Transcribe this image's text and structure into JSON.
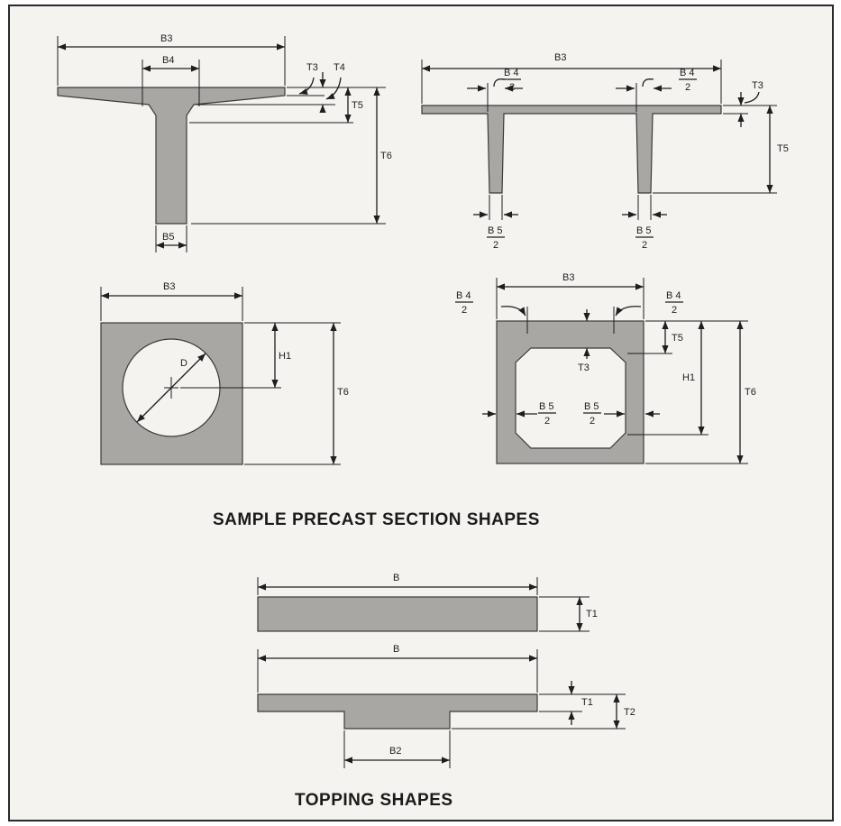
{
  "colors": {
    "fill": "#a9a7a4",
    "background": "#f4f3f0",
    "ink": "#1e1e1e"
  },
  "headings": {
    "precast": "SAMPLE PRECAST SECTION SHAPES",
    "topping": "TOPPING SHAPES"
  },
  "labels": {
    "b": "B",
    "b2": "B2",
    "b3": "B3",
    "b4": "B4",
    "b5": "B5",
    "t1": "T1",
    "t2": "T2",
    "t3": "T3",
    "t4": "T4",
    "t5": "T5",
    "t6": "T6",
    "h1": "H1",
    "d": "D",
    "frac_b4_num": "B 4",
    "frac_b5_num": "B 5",
    "frac_den": "2"
  }
}
